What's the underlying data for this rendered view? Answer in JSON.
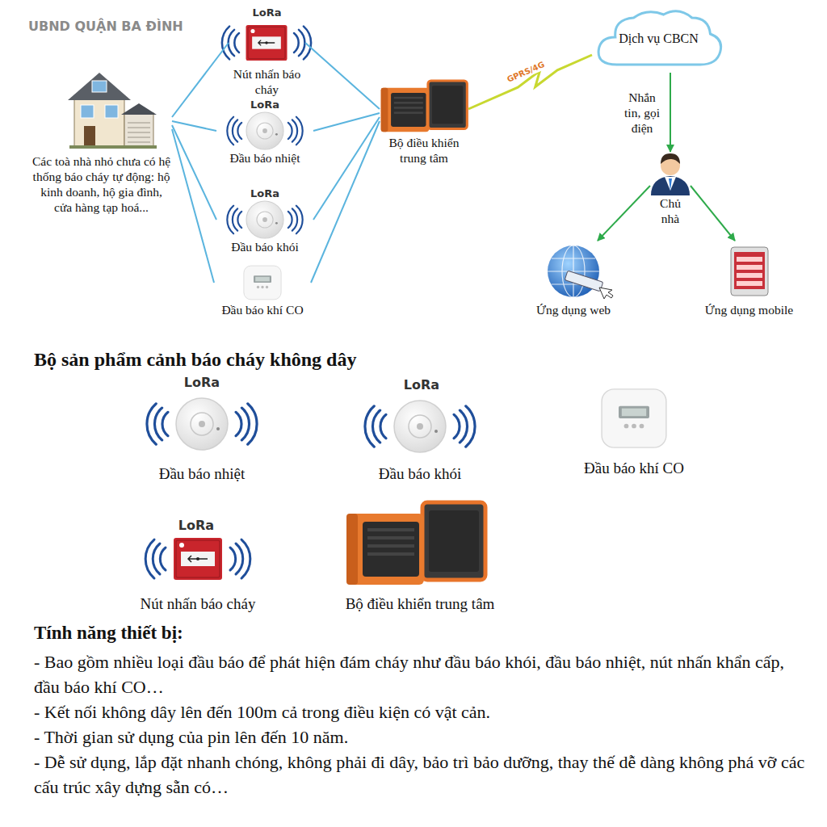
{
  "diagram": {
    "nodes": [
      {
        "text": [
          "Các toà nhà nhỏ chưa có hệ thống báo cháy tự động: hộ kinh doanh, hộ gia đình, cửa hàng tạp hoá..."
        ]
      },
      {
        "text": [
          "LoRa",
          "Nút nhấn báo cháy"
        ]
      },
      {
        "text": [
          "LoRa",
          "Đầu báo nhiệt"
        ]
      },
      {
        "text": [
          "LoRa",
          "Đầu báo khói"
        ]
      },
      {
        "text": [
          "Đầu báo khí CO"
        ]
      },
      {
        "text": [
          "Bộ điều khiển trung tâm"
        ]
      },
      {
        "text": [
          "Dịch vụ CBCN"
        ]
      },
      {
        "text": [
          "Chủ nhà"
        ]
      },
      {
        "text": [
          "Ứng dụng web"
        ]
      },
      {
        "text": [
          "Ứng dụng mobile"
        ]
      }
    ],
    "edges": [
      {
        "from": 0,
        "to": 1,
        "arrow": "none"
      },
      {
        "from": 0,
        "to": 2,
        "arrow": "none"
      },
      {
        "from": 0,
        "to": 3,
        "arrow": "none"
      },
      {
        "from": 0,
        "to": 4,
        "arrow": "none"
      },
      {
        "from": 1,
        "to": 5,
        "arrow": "none"
      },
      {
        "from": 2,
        "to": 5,
        "arrow": "none"
      },
      {
        "from": 3,
        "to": 5,
        "arrow": "none"
      },
      {
        "from": 4,
        "to": 5,
        "arrow": "none"
      },
      {
        "from": 5,
        "to": 6,
        "label": "GPRS/4G",
        "arrow": "none"
      },
      {
        "from": 6,
        "to": 7,
        "label": "Nhắn tin, gọi điện",
        "arrow": "to"
      },
      {
        "from": 7,
        "to": 8,
        "arrow": "to"
      },
      {
        "from": 7,
        "to": 9,
        "arrow": "to"
      }
    ],
    "labels": [
      "UBND QUẬN BA ĐÌNH",
      "Bộ sản phẩm cảnh báo cháy không dây",
      "LoRa",
      "Đầu báo nhiệt",
      "LoRa",
      "Đầu báo khói",
      "Đầu báo khí CO",
      "LoRa",
      "Nút nhấn báo cháy",
      "Bộ điều khiển trung tâm",
      "Tính năng thiết bị:",
      "- Bao gồm nhiều loại đầu báo để phát hiện đám cháy như đầu báo khói, đầu báo nhiệt, nút nhấn khẩn cấp, đầu báo khí CO…",
      "- Kết nối không dây lên đến 100m cả trong điều kiện có vật cản.",
      "- Thời gian sử dụng của pin lên đến 10 năm.",
      "- Dễ sử dụng, lắp đặt nhanh chóng, không phải đi dây, bảo trì bảo dưỡng, thay thế dễ dàng không phá vỡ các cấu trúc xây dựng sẵn có…"
    ]
  }
}
